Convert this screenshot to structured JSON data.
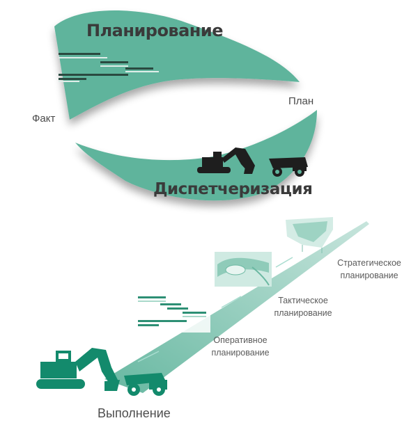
{
  "colors": {
    "teal": "#5fb49c",
    "teal_dark": "#3d9a80",
    "teal_light": "#bfe3d8",
    "text": "#3a3a3a",
    "machine": "#1e1e1e",
    "equipment": "#138a6c"
  },
  "cycle": {
    "top_title": "Планирование",
    "bottom_title": "Диспетчеризация",
    "left_label": "Факт",
    "right_label": "План"
  },
  "ladder": {
    "bottom_label": "Выполнение",
    "stages": [
      {
        "line1": "Оперативное",
        "line2": "планирование"
      },
      {
        "line1": "Тактическое",
        "line2": "планирование"
      },
      {
        "line1": "Стратегическое",
        "line2": "планирование"
      }
    ]
  },
  "icons": [
    "gantt-chart-icon",
    "excavator-icon",
    "dump-truck-icon",
    "mine-model-icon",
    "pit-map-icon"
  ]
}
